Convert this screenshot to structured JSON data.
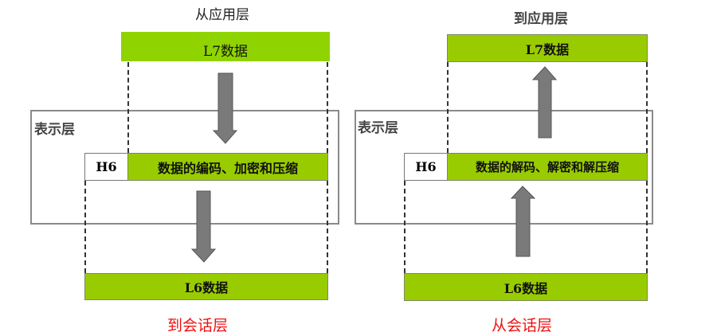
{
  "left": {
    "top_label": "从应用层",
    "l7": "L7数据",
    "layer_label": "表示层",
    "h6": "H6",
    "process": "数据的编码、加密和压缩",
    "l6": "L6数据",
    "bottom_label": "到会话层"
  },
  "right": {
    "top_label": "到应用层",
    "l7": "L7数据",
    "layer_label": "表示层",
    "h6": "H6",
    "process": "数据的解码、解密和解压缩",
    "l6": "L6数据",
    "bottom_label": "从会话层"
  },
  "colors": {
    "green": "#99cc00",
    "arrow": "#7a7a7a",
    "red": "#ee1111"
  }
}
